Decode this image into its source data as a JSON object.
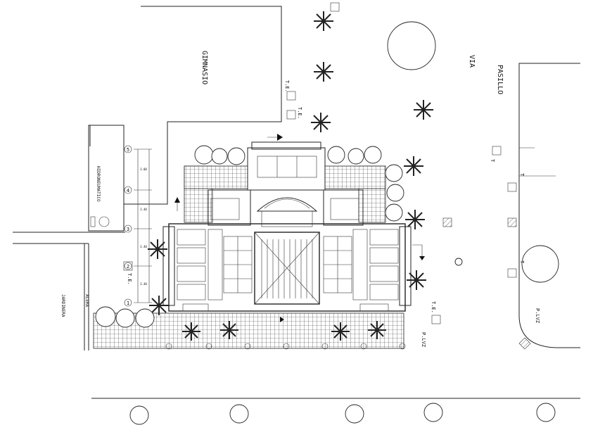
{
  "labels": {
    "gimnasio": "GIMNASIO",
    "via": "VIA",
    "pasillo": "PASILLO",
    "hidroneumatico": "HIDRONEUMATICO",
    "jardinera": "JARDINERA",
    "acera": "ACERA",
    "te": "T.E.",
    "t": "T",
    "plvz": "P.LVZ"
  },
  "axes": [
    "5",
    "4",
    "3",
    "2",
    "1"
  ],
  "dims": [
    "3.00",
    "3.40",
    "3.40",
    "3.40"
  ]
}
